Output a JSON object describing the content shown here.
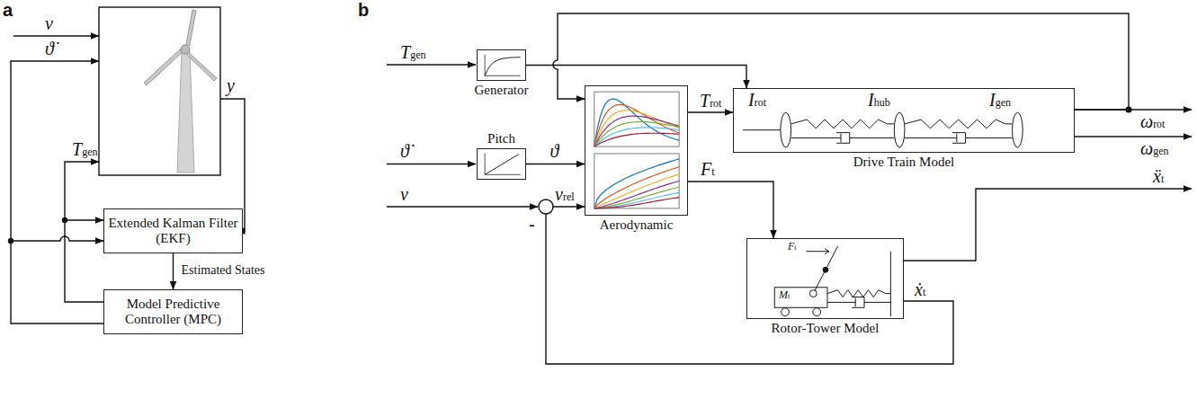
{
  "diagram": {
    "nodes": [
      {
        "text": [
          "Extended Kalman Filter (EKF)"
        ]
      },
      {
        "text": [
          "Model Predictive Controller (MPC)"
        ]
      },
      {
        "text": [
          "Generator"
        ]
      },
      {
        "text": [
          "Pitch"
        ]
      },
      {
        "text": [
          "Aerodynamic"
        ]
      },
      {
        "text": [
          "Drive Train Model"
        ]
      },
      {
        "text": [
          "Rotor-Tower Model"
        ]
      }
    ],
    "edges": [
      {
        "from": 1,
        "to": 0,
        "arrow": "to"
      },
      {
        "from": 1,
        "to": 0,
        "arrow": "to"
      },
      {
        "from": 0,
        "to": 1,
        "label": "Estimated States",
        "arrow": "to"
      },
      {
        "from": 2,
        "to": 5,
        "arrow": "to"
      },
      {
        "from": 3,
        "to": 4,
        "label": "ϑ",
        "arrow": "to"
      },
      {
        "from": 4,
        "to": 5,
        "label": "Trot",
        "arrow": "to"
      },
      {
        "from": 4,
        "to": 6,
        "label": "Ft",
        "arrow": "to"
      },
      {
        "from": 5,
        "to": 4,
        "arrow": "to"
      },
      {
        "from": 6,
        "to": 4,
        "label": "ẋt",
        "arrow": "to"
      }
    ],
    "labels": [
      "a",
      "b",
      "v",
      "ϑ̇",
      "Tgen",
      "y",
      "Tgen",
      "ϑ̇",
      "v",
      "vrel",
      "-",
      "ωrot",
      "ωgen",
      "ẍt",
      "Irot",
      "Ihub",
      "Igen",
      "Ft",
      "Mt"
    ]
  }
}
